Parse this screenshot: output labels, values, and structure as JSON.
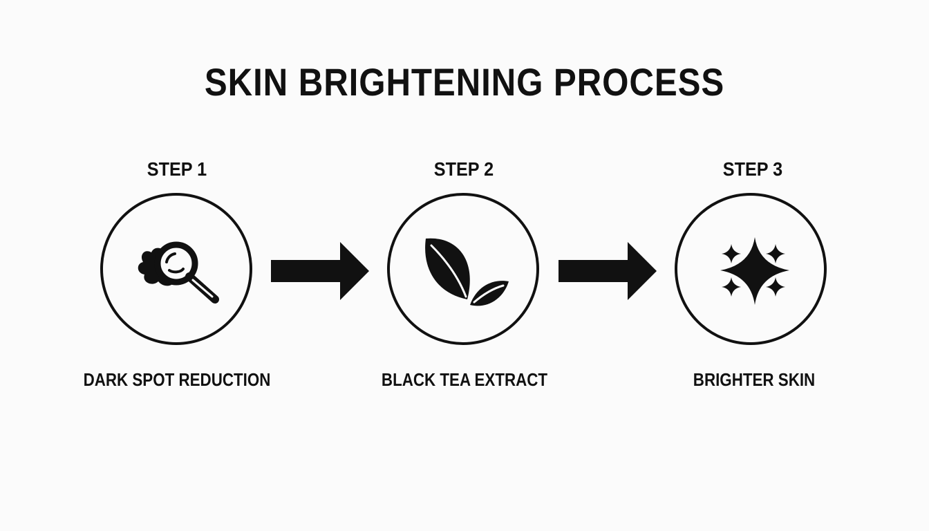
{
  "title": "SKIN BRIGHTENING PROCESS",
  "steps": [
    {
      "label": "STEP 1",
      "caption": "DARK SPOT REDUCTION",
      "icon": "magnifier-dark-spot-icon"
    },
    {
      "label": "STEP 2",
      "caption": "BLACK TEA EXTRACT",
      "icon": "tea-leaves-icon"
    },
    {
      "label": "STEP 3",
      "caption": "BRIGHTER SKIN",
      "icon": "sparkles-icon"
    }
  ],
  "colors": {
    "ink": "#111111",
    "background": "#fbfbfb"
  }
}
